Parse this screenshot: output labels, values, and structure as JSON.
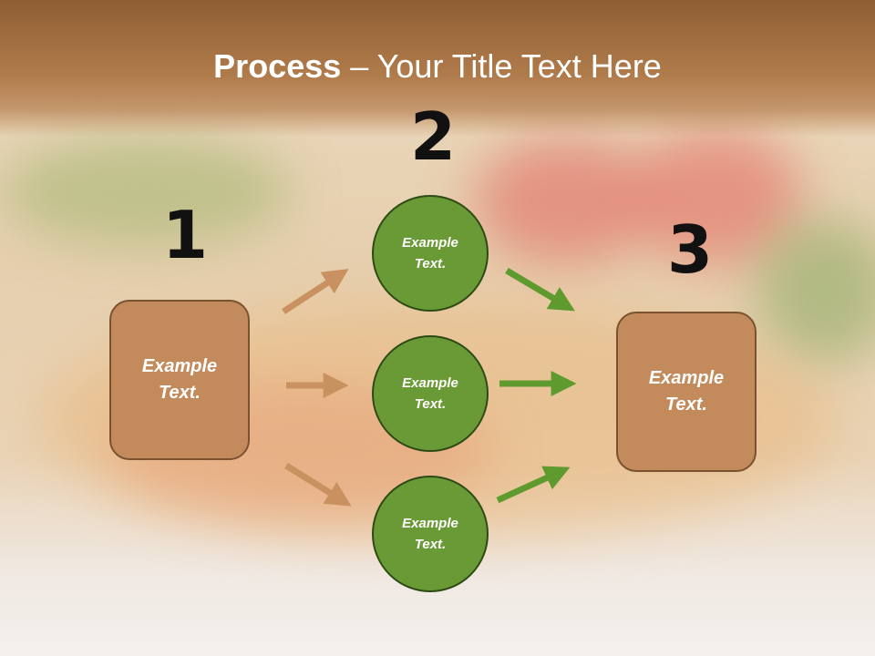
{
  "title": {
    "bold": "Process",
    "rest": " – Your Title Text Here"
  },
  "steps": [
    {
      "number": "1",
      "text": "Example Text."
    },
    {
      "number": "2",
      "items": [
        "Example Text.",
        "Example Text.",
        "Example Text."
      ]
    },
    {
      "number": "3",
      "text": "Example Text."
    }
  ],
  "colors": {
    "brown": "#c38b5c",
    "brown_arrow": "#c8915f",
    "green": "#6a9a35",
    "green_arrow": "#5e9a2e",
    "header": "#9b6a3e"
  }
}
